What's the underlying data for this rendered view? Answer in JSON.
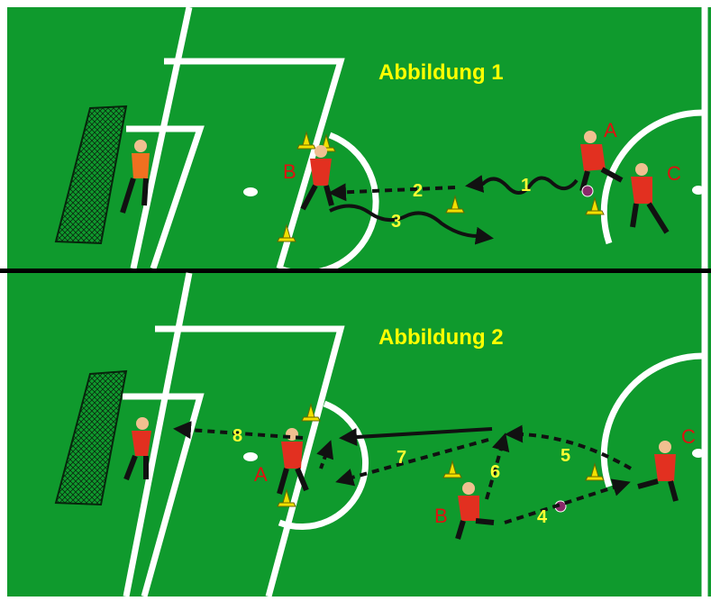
{
  "colors": {
    "pitch": "#0f9a2d",
    "lines": "#ffffff",
    "divider": "#000000",
    "title": "#ffff00",
    "number": "#ffff33",
    "player_letter": "#e01010",
    "shirt": "#e23020",
    "keeper_shirt": "#f07020",
    "cone": "#f2e000",
    "arrow": "#111111",
    "ball": "#8a2a6a"
  },
  "panels": [
    {
      "title": "Abbildung 1",
      "players": {
        "a": "A",
        "b": "B",
        "c": "C"
      },
      "steps": [
        "1",
        "2",
        "3"
      ]
    },
    {
      "title": "Abbildung 2",
      "players": {
        "a": "A",
        "b": "B",
        "c": "C"
      },
      "steps": [
        "4",
        "5",
        "6",
        "7",
        "8"
      ]
    }
  ]
}
